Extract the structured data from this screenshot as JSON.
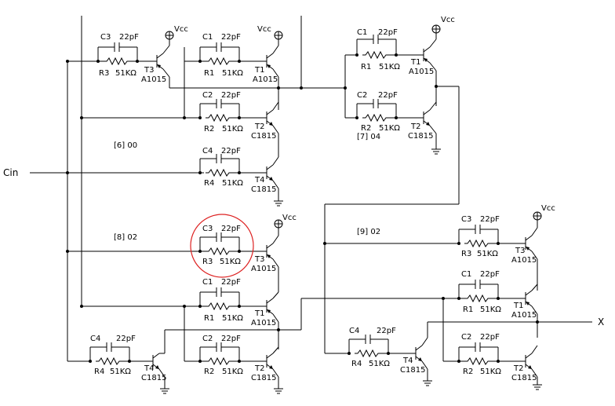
{
  "ports": {
    "cin": "Cin",
    "x": "X"
  },
  "net_labels": {
    "n6": "[6] 00",
    "n7": "[7] 04",
    "n8": "[8] 02",
    "n9": "[9] 02"
  },
  "components": {
    "a_t3": {
      "name": "T3",
      "type": "A1015"
    },
    "a_t1": {
      "name": "T1",
      "type": "A1015"
    },
    "a_t2": {
      "name": "T2",
      "type": "C1815"
    },
    "a_t4": {
      "name": "T4",
      "type": "C1815"
    },
    "a_c3": "C3",
    "a_c1": "C1",
    "a_c2": "C2",
    "a_c4": "C4",
    "a_r3": "R3",
    "a_r1": "R1",
    "a_r2": "R2",
    "a_r4": "R4",
    "b_t1": {
      "name": "T1",
      "type": "A1015"
    },
    "b_t2": {
      "name": "T2",
      "type": "C1815"
    },
    "b_c1": "C1",
    "b_c2": "C2",
    "b_r1": "R1",
    "b_r2": "R2",
    "c_t3": {
      "name": "T3",
      "type": "A1015"
    },
    "c_t1": {
      "name": "T1",
      "type": "A1015"
    },
    "c_t2": {
      "name": "T2",
      "type": "C1815"
    },
    "c_t4": {
      "name": "T4",
      "type": "C1815"
    },
    "c_c3": "C3",
    "c_c1": "C1",
    "c_c2": "C2",
    "c_c4": "C4",
    "c_r3": "R3",
    "c_r1": "R1",
    "c_r2": "R2",
    "c_r4": "R4",
    "d_t3": {
      "name": "T3",
      "type": "A1015"
    },
    "d_t1": {
      "name": "T1",
      "type": "A1015"
    },
    "d_t2": {
      "name": "T2",
      "type": "C1815"
    },
    "d_t4": {
      "name": "T4",
      "type": "C1815"
    },
    "d_c3": "C3",
    "d_c1": "C1",
    "d_c2": "C2",
    "d_c4": "C4",
    "d_r3": "R3",
    "d_r1": "R1",
    "d_r2": "R2",
    "d_r4": "R4"
  },
  "values": {
    "capacitor": "22pF",
    "resistor": "51KΩ",
    "supply": "Vcc"
  },
  "highlight": {
    "color": "#d22222",
    "target": "R3/C3 of lower-left gate"
  }
}
